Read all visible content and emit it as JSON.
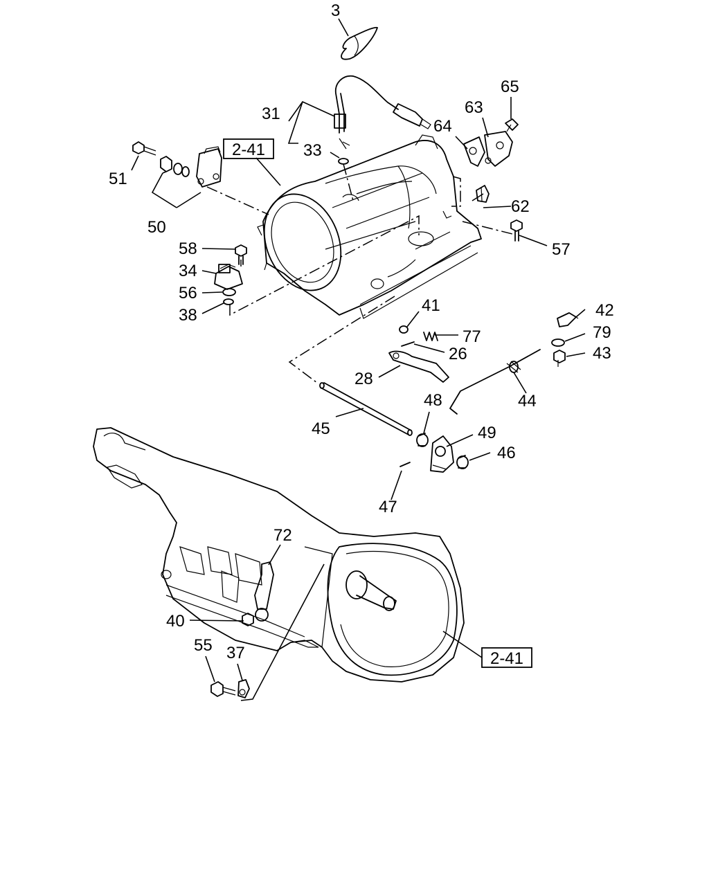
{
  "refs": [
    "2-41",
    "2-41"
  ],
  "parts": {
    "p3": "3",
    "p31": "31",
    "p33": "33",
    "p65": "65",
    "p63": "63",
    "p64": "64",
    "p51": "51",
    "p50": "50",
    "p62": "62",
    "p57": "57",
    "p58": "58",
    "p34": "34",
    "p56": "56",
    "p38": "38",
    "p41": "41",
    "p77": "77",
    "p26": "26",
    "p42": "42",
    "p79": "79",
    "p43": "43",
    "p28": "28",
    "p44": "44",
    "p48": "48",
    "p49": "49",
    "p45": "45",
    "p46": "46",
    "p47": "47",
    "p72": "72",
    "p40": "40",
    "p55": "55",
    "p37": "37"
  }
}
